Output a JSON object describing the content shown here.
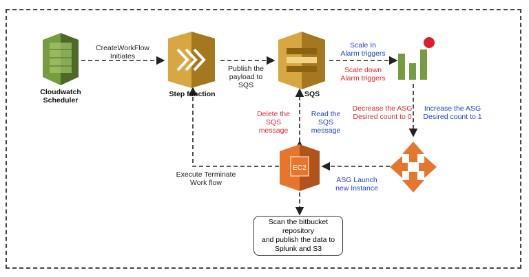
{
  "nodes": {
    "cloudwatch": {
      "label": "Cloudwatch\nScheduler",
      "icon": "cloudwatch-icon"
    },
    "step_function": {
      "label": "Step function",
      "icon": "step-functions-icon"
    },
    "sqs": {
      "label": "SQS",
      "icon": "sqs-icon"
    },
    "alarm": {
      "icon": "cloudwatch-alarm-icon"
    },
    "asg": {
      "icon": "auto-scaling-icon"
    },
    "ec2": {
      "label": "EC2",
      "icon": "ec2-icon"
    },
    "scan_box": {
      "label": "Scan the bitbucket repository\nand publish the data to\nSplunk and S3"
    }
  },
  "edges": {
    "create_workflow": "CreateWorkFlow\nInitiates",
    "publish_payload": "Publish the\npayload to\nSQS",
    "scale_in": "Scale In\nAlarm triggers",
    "scale_down": "Scale down\nAlarm triggers",
    "decrease_asg": "Decrease the ASG\nDesired count to 0",
    "increase_asg": "Increase the ASG\nDesired count to 1",
    "delete_sqs": "Delete the\nSQS\nmessage",
    "read_sqs": "Read the\nSQS\nmessage",
    "execute_terminate": "Execute Terminate\nWork flow",
    "asg_launch": "ASG Launch\nnew Instance"
  },
  "colors": {
    "blue_text": "#1f3fd6",
    "red_text": "#e3262f",
    "aws_orange": "#e7762c",
    "aws_green": "#759c3e",
    "aws_gold": "#d9a741"
  }
}
